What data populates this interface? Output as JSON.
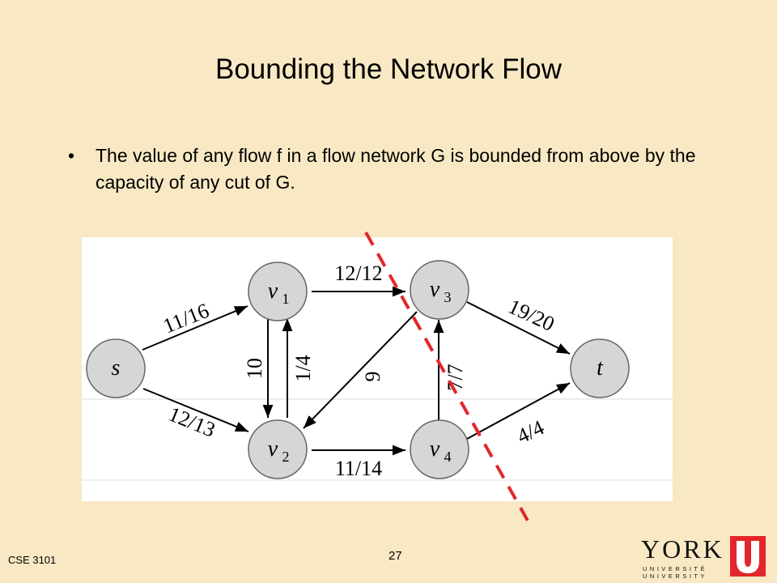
{
  "slide": {
    "title": "Bounding the Network Flow",
    "bullet_marker": "•",
    "bullet_text": "The value of any flow f in a flow network G is bounded from above by the capacity of any cut of G.",
    "footer_course": "CSE 3101",
    "page_number": "27"
  },
  "logo": {
    "word": "YORK",
    "line1": "UNIVERSITÉ",
    "line2": "UNIVERSITY",
    "accent_color": "#e3262c"
  },
  "graph": {
    "nodes": {
      "s": "s",
      "v1": "v",
      "v1_sub": "1",
      "v2": "v",
      "v2_sub": "2",
      "v3": "v",
      "v3_sub": "3",
      "v4": "v",
      "v4_sub": "4",
      "t": "t"
    },
    "edges": {
      "s_v1": "11/16",
      "s_v2": "12/13",
      "v1_v3": "12/12",
      "v2_v1": "1/4",
      "v1_v2": "10",
      "v3_v2": "9",
      "v2_v4": "11/14",
      "v4_v3": "7/7",
      "v3_t": "19/20",
      "v4_t": "4/4"
    },
    "cut_color": "#e3262c"
  }
}
